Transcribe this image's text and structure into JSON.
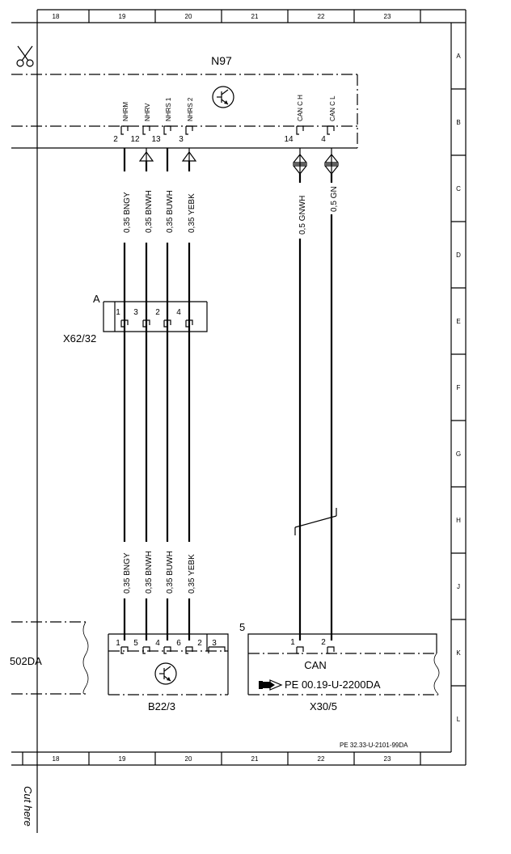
{
  "grid": {
    "columns": [
      "18",
      "19",
      "20",
      "21",
      "22",
      "23"
    ],
    "rows": [
      "A",
      "B",
      "C",
      "D",
      "E",
      "F",
      "G",
      "H",
      "J",
      "K",
      "L"
    ]
  },
  "margin_text": "Cut here",
  "control_unit": {
    "label": "N97",
    "signals": [
      "NHRM",
      "NHRV",
      "NHRS 1",
      "NHRS 2",
      "CAN C H",
      "CAN C L"
    ],
    "pins": [
      "2",
      "12",
      "13",
      "3",
      "14",
      "4"
    ]
  },
  "wires": [
    "0,35 BNGY",
    "0,35 BNWH",
    "0,35 BUWH",
    "0,35 YEBK",
    "0,5 GNWH",
    "0,5 GN"
  ],
  "connector_x62": {
    "label": "X62/32",
    "tag": "A",
    "pins": [
      "1",
      "3",
      "2",
      "4"
    ]
  },
  "sensor_b22": {
    "label": "B22/3",
    "pins": [
      "1",
      "5",
      "4",
      "6",
      "2",
      "3"
    ]
  },
  "can_x30": {
    "label": "X30/5",
    "index": "5",
    "pins": [
      "1",
      "2"
    ],
    "bus": "CAN",
    "reference": "PE 00.19-U-2200DA"
  },
  "left_reference": "502DA",
  "footer_code": "PE 32.33-U-2101-99DA"
}
